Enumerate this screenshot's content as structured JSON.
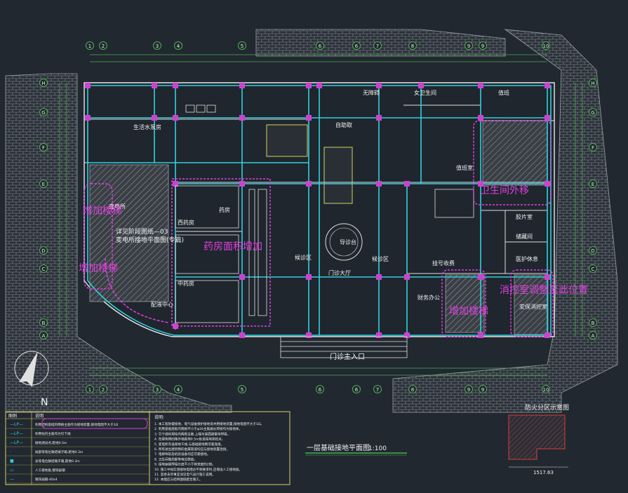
{
  "grid": {
    "top_labels": [
      "1",
      "2",
      "3",
      "4",
      "5",
      "6",
      "6",
      "7",
      "8",
      "9",
      "9",
      "10"
    ],
    "right_labels": [
      "H",
      "G",
      "F",
      "E",
      "D",
      "C",
      "B",
      "A"
    ],
    "left_labels": [
      "H",
      "G",
      "F",
      "E",
      "D",
      "C",
      "B",
      "A"
    ]
  },
  "rooms": [
    {
      "text": "变电所"
    },
    {
      "text": "药房"
    },
    {
      "text": "西药房"
    },
    {
      "text": "中药房"
    },
    {
      "text": "配液中心"
    },
    {
      "text": "自助取"
    },
    {
      "text": "挂号收费"
    },
    {
      "text": "财务办公"
    },
    {
      "text": "胶片室"
    },
    {
      "text": "储藏间"
    },
    {
      "text": "医护休息"
    },
    {
      "text": "安保消控室"
    },
    {
      "text": "门诊大厅"
    },
    {
      "text": "导诊台"
    },
    {
      "text": "候诊区"
    },
    {
      "text": "候诊区"
    },
    {
      "text": "生活水泵房"
    },
    {
      "text": "无障碍"
    },
    {
      "text": "女卫生间"
    },
    {
      "text": "值班"
    },
    {
      "text": "值班室"
    }
  ],
  "note_block": {
    "line1": "详见阶段图纸—03",
    "line2": "变电所接地平面图(专篇)"
  },
  "annotations": [
    {
      "text": "增加楼梯"
    },
    {
      "text": "药房面积增加"
    },
    {
      "text": "增加楼梯"
    },
    {
      "text": "卫生间外移"
    },
    {
      "text": "增加楼梯"
    },
    {
      "text": "消控室调整至此位置"
    }
  ],
  "entrance": "门诊主入口",
  "drawing_title": "一层基础接地平面图",
  "scale": "1:100",
  "inset": {
    "title": "防火分区示意图",
    "area": "1517.63"
  },
  "north_label": "N",
  "legend": {
    "header": [
      "图例",
      "说明"
    ],
    "rows": [
      {
        "sym": "—LP—",
        "desc": "利用结构基础内两根主筋作为接地装置,接地电阻不大于1Ω"
      },
      {
        "sym": "—LP—",
        "desc": "利用柱内主筋作为引下线"
      },
      {
        "sym": "—LP—",
        "desc": "接地测试点,距地0.5m"
      },
      {
        "sym": "·",
        "desc": "局部等电位联结端子箱,距地0.3m"
      },
      {
        "sym": "■",
        "desc": "总等电位联结端子箱,距地0.3m"
      },
      {
        "sym": "▭",
        "desc": "人工接地极,镀锌扁钢"
      },
      {
        "sym": "—",
        "desc": "镀锌扁钢-40x4"
      }
    ]
  },
  "notes": {
    "title": "说明:",
    "lines": [
      "1. 本工程防雷接地、电气设备保护接地等共用接地装置,接地电阻不大于1Ω。",
      "2. 利用基础底板内两根不小于φ16主筋通长焊接作为接地体。",
      "3. 引下线利用柱内两根主筋,上端与屋面避雷带焊接。",
      "4. 在建筑物四角外墙距地0.5m处设接地测试点。",
      "5. 变电所内设接地干线,与基础接地网可靠连接。",
      "6. 所有进出建筑物的金属管道均应与接地装置连接。",
      "7. 电梯导轨及机房设备均应可靠接地。",
      "8. 卫生间做局部等电位联结。",
      "9. 接地扁钢焊接长度不小于其宽度的2倍。",
      "10. 施工中如实测接地电阻达不到要求时,应增设人工接地极。",
      "11. 其余未尽事宜详见电气设计施工说明。",
      "12. 本图应与结构图纸配合施工。"
    ]
  }
}
